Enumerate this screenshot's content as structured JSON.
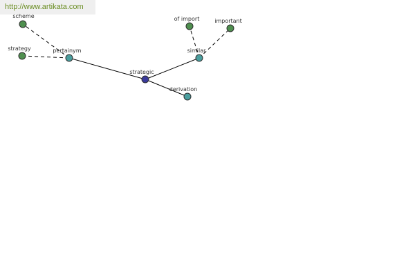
{
  "header": {
    "url": "http://www.artikata.com"
  },
  "colors": {
    "center_node": "#3a3a9c",
    "relation_node": "#4a9e9e",
    "leaf_node": "#4f8f4f",
    "url_text": "#6b8e23"
  },
  "graph": {
    "center": {
      "label": "strategic",
      "kind": "center"
    },
    "nodes": [
      {
        "id": "strategic",
        "label": "strategic",
        "kind": "center"
      },
      {
        "id": "pertainym",
        "label": "pertainym",
        "kind": "relation"
      },
      {
        "id": "similar",
        "label": "similar",
        "kind": "relation"
      },
      {
        "id": "derivation",
        "label": "derivation",
        "kind": "relation"
      },
      {
        "id": "scheme",
        "label": "scheme",
        "kind": "leaf"
      },
      {
        "id": "strategy",
        "label": "strategy",
        "kind": "leaf"
      },
      {
        "id": "of_import",
        "label": "of import",
        "kind": "leaf"
      },
      {
        "id": "important",
        "label": "important",
        "kind": "leaf"
      }
    ],
    "edges": [
      {
        "from": "strategic",
        "to": "pertainym",
        "style": "solid"
      },
      {
        "from": "strategic",
        "to": "similar",
        "style": "solid"
      },
      {
        "from": "strategic",
        "to": "derivation",
        "style": "solid"
      },
      {
        "from": "pertainym",
        "to": "scheme",
        "style": "dashed"
      },
      {
        "from": "pertainym",
        "to": "strategy",
        "style": "dashed"
      },
      {
        "from": "similar",
        "to": "of_import",
        "style": "dashed"
      },
      {
        "from": "similar",
        "to": "important",
        "style": "dashed"
      }
    ]
  }
}
